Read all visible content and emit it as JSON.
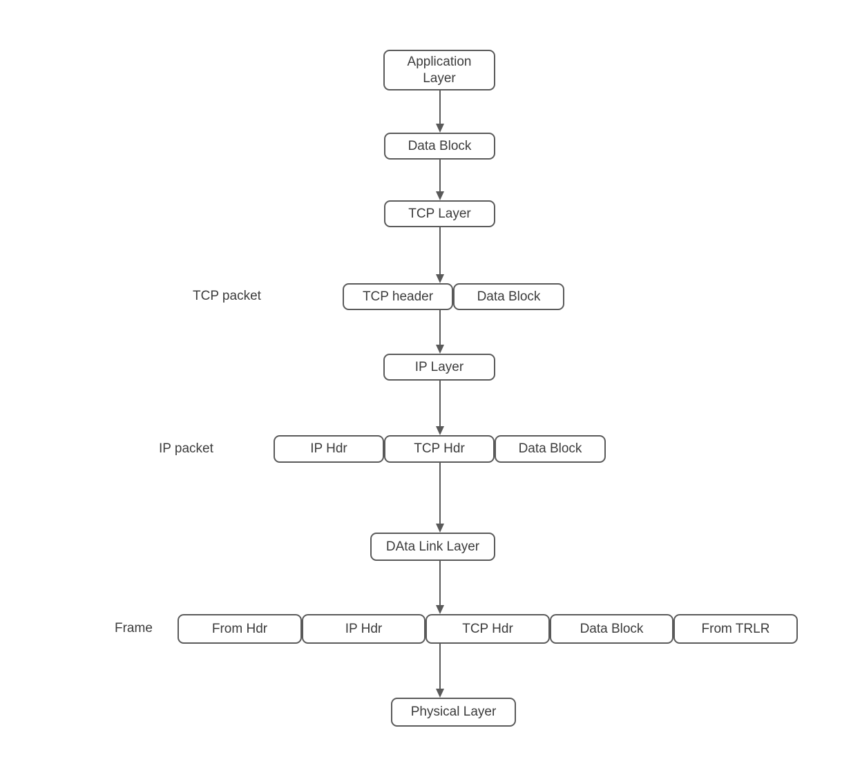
{
  "diagram": {
    "type": "flow-diagram",
    "subject": "TCP/IP data encapsulation layers",
    "colors": {
      "border": "#595959",
      "text": "#3b3b3b",
      "arrow": "#595959",
      "background": "#ffffff"
    },
    "nodes": {
      "application_layer": "Application Layer",
      "data_block_1": "Data Block",
      "tcp_layer": "TCP Layer",
      "tcp_header": "TCP header",
      "data_block_2": "Data Block",
      "ip_layer": "IP Layer",
      "ip_hdr": "IP Hdr",
      "tcp_hdr": "TCP Hdr",
      "data_block_3": "Data Block",
      "data_link_layer": "DAta Link Layer",
      "from_hdr": "From Hdr",
      "frame_ip_hdr": "IP Hdr",
      "frame_tcp_hdr": "TCP Hdr",
      "frame_data_block": "Data Block",
      "from_trlr": "From TRLR",
      "physical_layer": "Physical Layer"
    },
    "row_labels": {
      "tcp_packet": "TCP packet",
      "ip_packet": "IP packet",
      "frame": "Frame"
    },
    "connections": [
      {
        "from": "application_layer",
        "to": "data_block_1"
      },
      {
        "from": "data_block_1",
        "to": "tcp_layer"
      },
      {
        "from": "tcp_layer",
        "to": "tcp_header"
      },
      {
        "from": "tcp_header",
        "to": "ip_layer"
      },
      {
        "from": "ip_layer",
        "to": "tcp_hdr"
      },
      {
        "from": "tcp_hdr",
        "to": "data_link_layer"
      },
      {
        "from": "data_link_layer",
        "to": "frame_tcp_hdr"
      },
      {
        "from": "frame_tcp_hdr",
        "to": "physical_layer"
      }
    ]
  }
}
